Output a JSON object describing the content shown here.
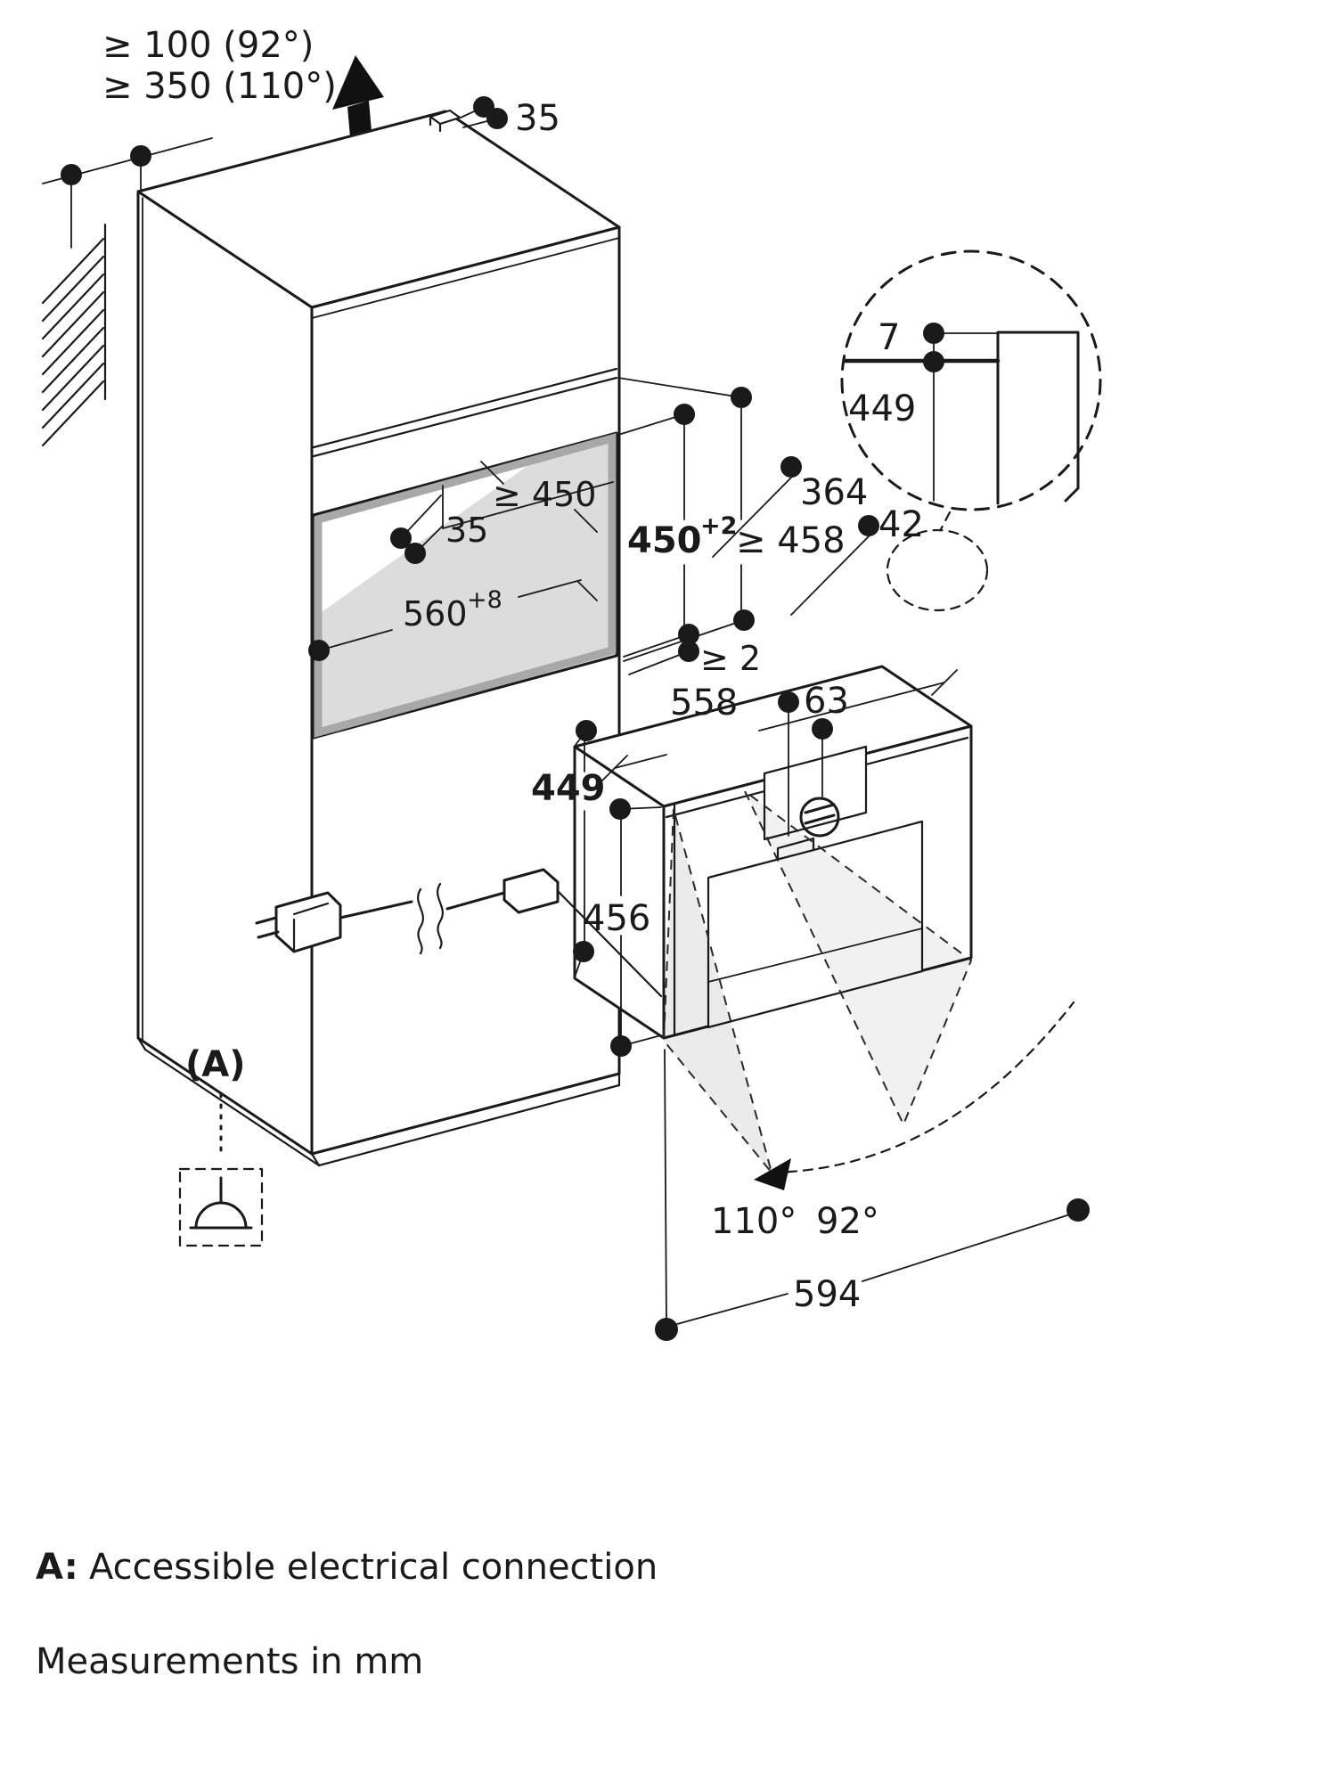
{
  "labels": {
    "clearance_line1": "≥ 100 (92°)",
    "clearance_line2": "≥ 350 (110°)",
    "top_vent_width": "35",
    "detail_gap": "7",
    "detail_height": "449",
    "niche_depth_min": "≥ 450",
    "niche_frame_width": "35",
    "niche_width_base": "560",
    "niche_width_tol": "+8",
    "cutout_height_base": "450",
    "cutout_height_tol": "+2",
    "compartment_height_min": "≥ 458",
    "rear_gap_min": "≥ 2",
    "appliance_width": "558",
    "spout_offset": "63",
    "appliance_depth": "364",
    "door_thickness": "42",
    "appliance_height": "449",
    "appliance_body_height": "456",
    "door_angle_wide": "110°",
    "door_angle_narrow": "92°",
    "door_projection": "594",
    "connection_marker": "(A)"
  },
  "footer": {
    "note_key": "A:",
    "note_text": "Accessible electrical connection",
    "units_note": "Measurements in mm"
  }
}
